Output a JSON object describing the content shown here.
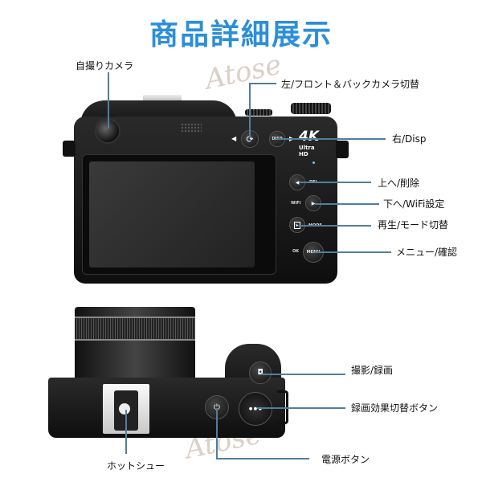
{
  "title": "商品詳細展示",
  "watermark": "Atose",
  "back_view": {
    "badge_4k": "4K",
    "badge_uhd": "Ultra HD",
    "button_text": {
      "disp": "DISP",
      "del": "DEL",
      "wifi": "WiFi",
      "mode": "MODE",
      "ok": "OK",
      "menu": "MENU"
    },
    "callouts": {
      "selfie": "自撮りカメラ",
      "left_switch": "左/フロント＆バックカメラ切替",
      "right_disp": "右/Disp",
      "up_delete": "上へ/削除",
      "down_wifi": "下へ/WiFi設定",
      "playback_mode": "再生/モード切替",
      "menu_ok": "メニュー/確認"
    }
  },
  "top_view": {
    "callouts": {
      "shutter": "撮影/録画",
      "effect_dial": "録画効果切替ボタン",
      "hot_shoe": "ホットシュー",
      "power": "電源ボタン"
    }
  },
  "colors": {
    "title": "#2b8fd9",
    "line": "#4f7f9f"
  }
}
